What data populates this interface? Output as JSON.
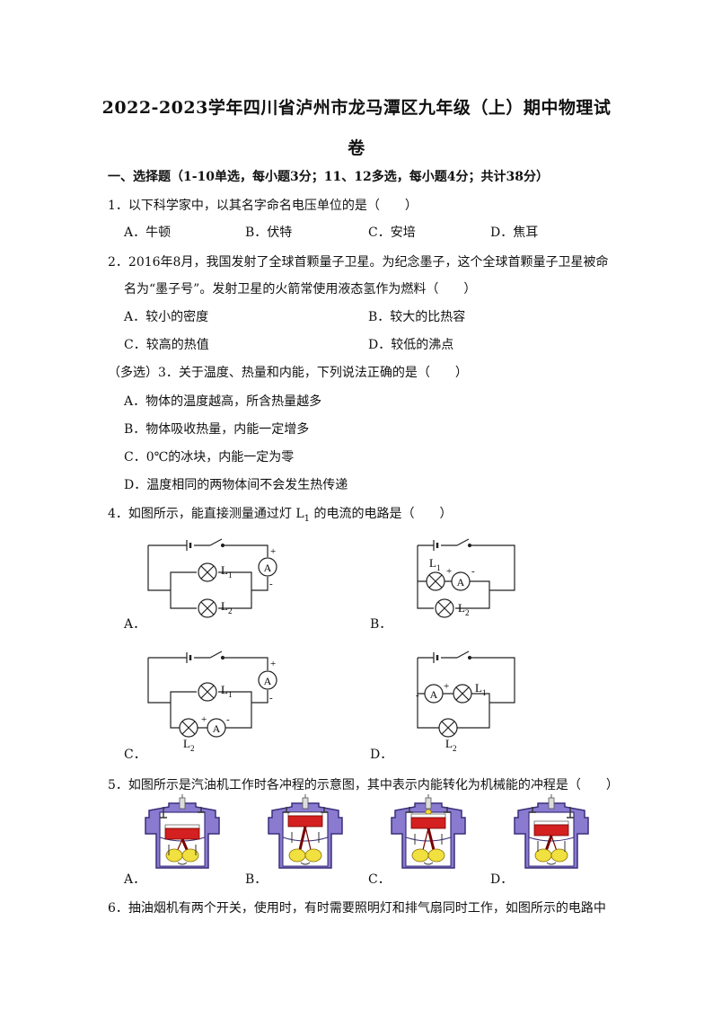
{
  "title": {
    "line1": "2022-2023学年四川省泸州市龙马潭区九年级（上）期中物理试",
    "line2": "卷"
  },
  "section1": "一、选择题（1-10单选，每小题3分；11、12多选，每小题4分；共计38分）",
  "q1": {
    "stem": "1．以下科学家中，以其名字命名电压单位的是（　　）",
    "options": [
      "A．牛顿",
      "B．伏特",
      "C．安培",
      "D．焦耳"
    ]
  },
  "q2": {
    "stem1": "2．2016年8月，我国发射了全球首颗量子卫星。为纪念墨子，这个全球首颗量子卫星被命",
    "stem2": "名为“墨子号”。发射卫星的火箭常使用液态氢作为燃料（　　）",
    "options": [
      "A．较小的密度",
      "B．较大的比热容",
      "C．较高的热值",
      "D．较低的沸点"
    ]
  },
  "q3": {
    "stem": "（多选）3．关于温度、热量和内能，下列说法正确的是（　　）",
    "options": [
      "A．物体的温度越高，所含热量越多",
      "B．物体吸收热量，内能一定增多",
      "C．0℃的冰块，内能一定为零",
      "D．温度相同的两物体间不会发生热传递"
    ]
  },
  "q4": {
    "stem_pre": "4．如图所示，能直接测量通过灯 L",
    "stem_sub": "1",
    "stem_post": " 的电流的电路是（　　）",
    "labels": [
      "A．",
      "B．",
      "C．",
      "D．"
    ],
    "lamp1": "L",
    "lamp2": "L",
    "sub1": "1",
    "sub2": "2",
    "meter": "A",
    "plus": "+",
    "minus": "-"
  },
  "q5": {
    "stem": "5．如图所示是汽油机工作时各冲程的示意图，其中表示内能转化为机械能的冲程是（　　）",
    "labels": [
      "A．",
      "B．",
      "C．",
      "D．"
    ]
  },
  "q6": {
    "stem": "6．抽油烟机有两个开关，使用时，有时需要照明灯和排气扇同时工作，如图所示的电路中"
  },
  "colors": {
    "engine_body": "#8a7bd0",
    "engine_outline": "#3a2f7a",
    "piston": "#d42020",
    "flame": "#f0e040",
    "ink": "#222222"
  }
}
